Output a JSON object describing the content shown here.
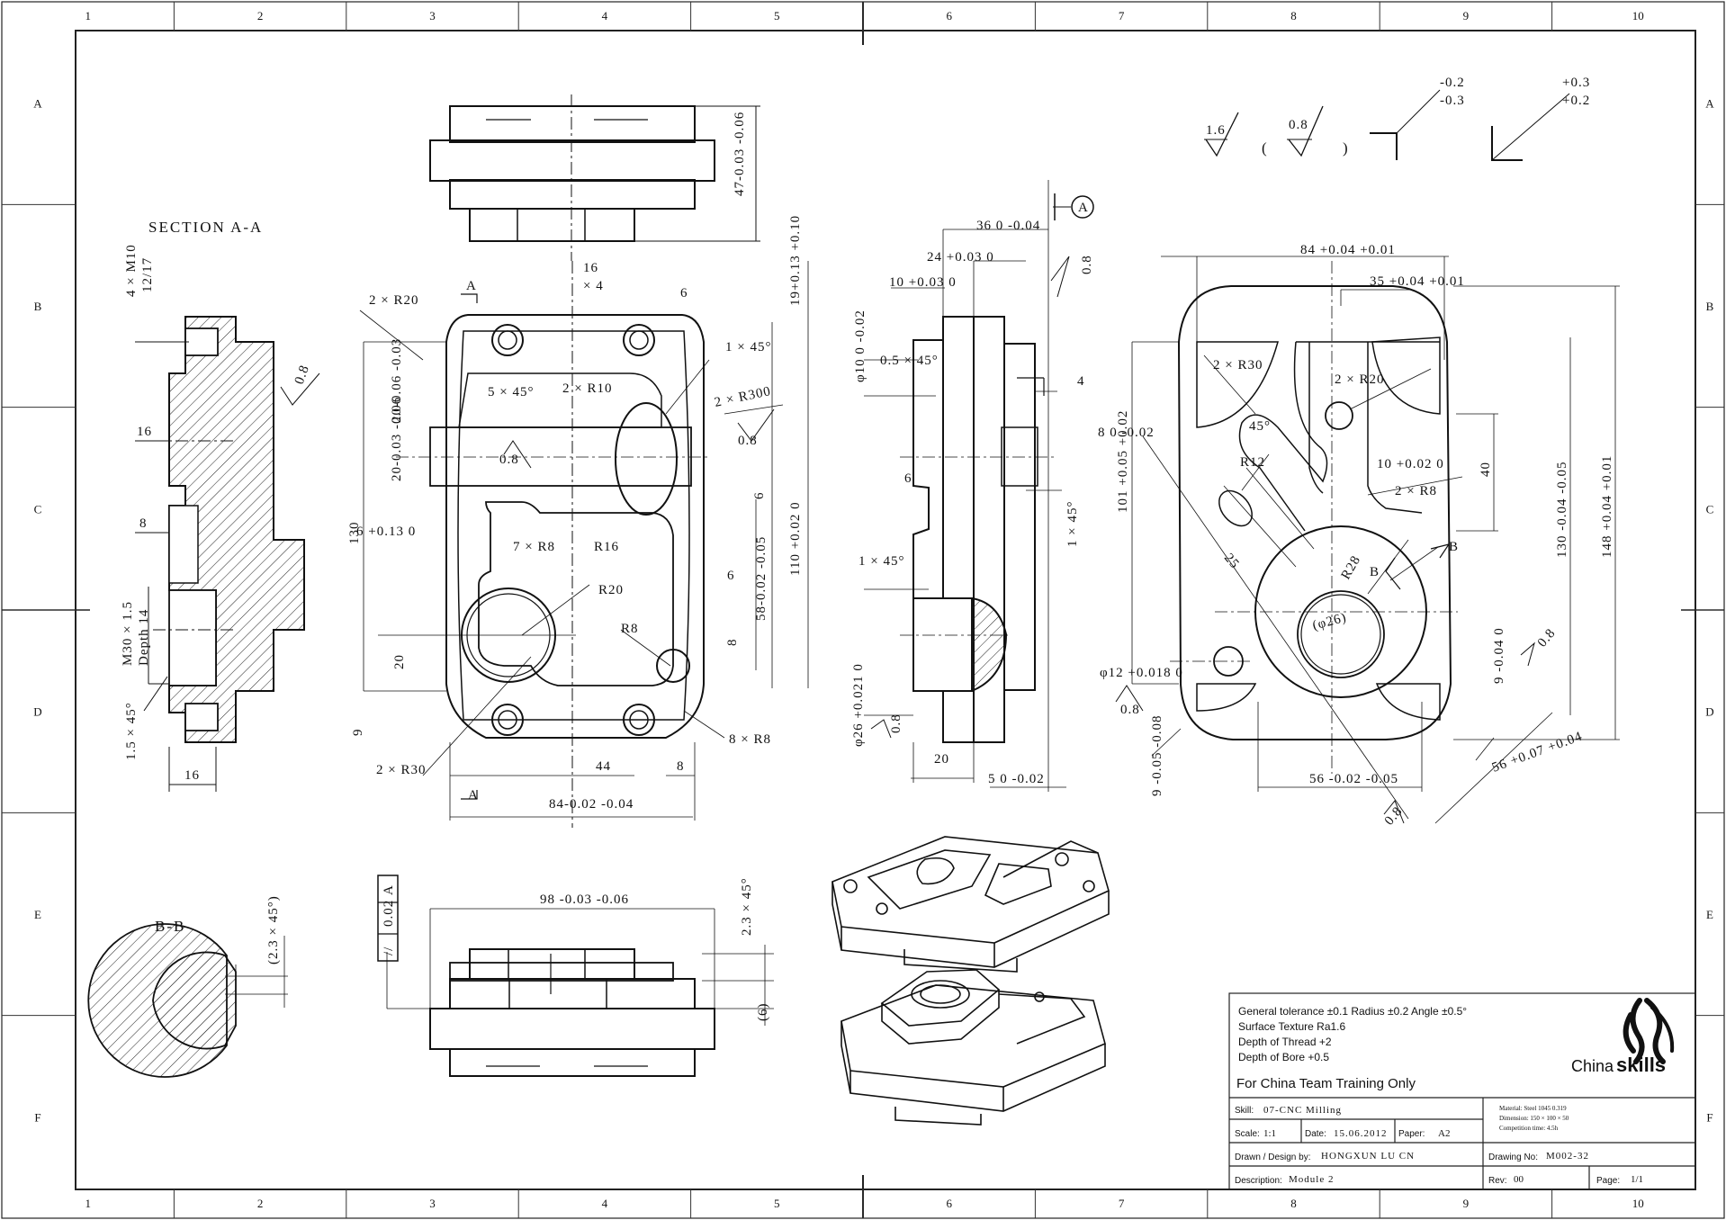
{
  "zones": {
    "columns": [
      "1",
      "2",
      "3",
      "4",
      "5",
      "6",
      "7",
      "8",
      "9",
      "10"
    ],
    "rows": [
      "A",
      "B",
      "C",
      "D",
      "E",
      "F"
    ]
  },
  "views": {
    "section_aa": {
      "title": "SECTION A-A",
      "labels": [
        "4 × M10",
        "12/17",
        "16",
        "8",
        "M30 × 1.5",
        "Depth 14",
        "1.5 × 45°",
        "16",
        "0.8"
      ]
    },
    "front": {
      "labels": [
        "2 × R20",
        "A",
        "16",
        "× 4",
        "6",
        "1 × 45°",
        "5 × 45°",
        "2 × R10",
        "2 × R300",
        "0.8",
        "0.8",
        "130",
        "7 × R8",
        "R16",
        "R20",
        "R8",
        "8 × R8",
        "2 × R30",
        "44",
        "8",
        "9",
        "20",
        "6",
        "6",
        "8",
        "A"
      ],
      "tol_labels": [
        "20-0.06 -0.03",
        "20-0.03 -0.06",
        "6 +0.13 0",
        "110 +0.02 0",
        "19+0.13 +0.10",
        "58-0.02 -0.05",
        "84-0.02 -0.04"
      ]
    },
    "top": {
      "labels": [
        "47-0.03 -0.06"
      ]
    },
    "side": {
      "labels": [
        "A",
        "36 0 -0.04",
        "24 +0.03 0",
        "10 +0.03 0",
        "0.8",
        "φ10 0 -0.02",
        "0.5 × 45°",
        "4",
        "6",
        "1 × 45°",
        "1 × 45°",
        "φ26 +0.021 0",
        "0.8",
        "20",
        "5 0 -0.02"
      ]
    },
    "back": {
      "labels": [
        "84 +0.04 +0.01",
        "35 +0.04 +0.01",
        "2 × R30",
        "2 × R20",
        "45°",
        "8 0 -0.02",
        "R12",
        "10 +0.02 0",
        "40",
        "2 × R8",
        "101 +0.05 +0.02",
        "25",
        "R28",
        "B",
        "B",
        "(φ26)",
        "φ12 +0.018 0",
        "0.8",
        "9 -0.04 0",
        "0.8",
        "130 -0.04 -0.05",
        "148 +0.04 +0.01",
        "9 -0.05 -0.08",
        "56 -0.02 -0.05",
        "56 +0.07 +0.04",
        "0.8"
      ]
    },
    "bottom": {
      "labels": [
        "98 -0.03 -0.06",
        "2.3 × 45°",
        "(6)",
        "//",
        "0.02",
        "A"
      ]
    },
    "section_bb": {
      "title": "B-B",
      "labels": [
        "(2.3 × 45°)"
      ]
    },
    "surface_symbols": {
      "labels": [
        "1.6",
        "(",
        "0.8",
        ")",
        "-0.2",
        "-0.3",
        "+0.3",
        "+0.2"
      ]
    }
  },
  "title_block": {
    "notes": [
      "General tolerance ±0.1  Radius ±0.2  Angle ±0.5°",
      "Surface Texture Ra1.6",
      "Depth of Thread +2",
      "Depth of Bore +0.5"
    ],
    "training_note": "For China Team Training Only",
    "logo_text_a": "China",
    "logo_text_b": "skills",
    "skill_label": "Skill:",
    "skill_value": "07-CNC Milling",
    "scale_label": "Scale:",
    "scale_value": "1:1",
    "date_label": "Date:",
    "date_value": "15.06.2012",
    "paper_label": "Paper:",
    "paper_value": "A2",
    "material_lines": [
      "Material: Steel 1045 0.319",
      "Dimension: 150 × 100 × 50",
      "Competition time: 4.5h"
    ],
    "drawn_label": "Drawn / Design by:",
    "drawn_value": "HONGXUN LU CN",
    "drawing_no_label": "Drawing No:",
    "drawing_no_value": "M002-32",
    "description_label": "Description:",
    "description_value": "Module 2",
    "rev_label": "Rev:",
    "rev_value": "00",
    "page_label": "Page:",
    "page_value": "1/1"
  }
}
